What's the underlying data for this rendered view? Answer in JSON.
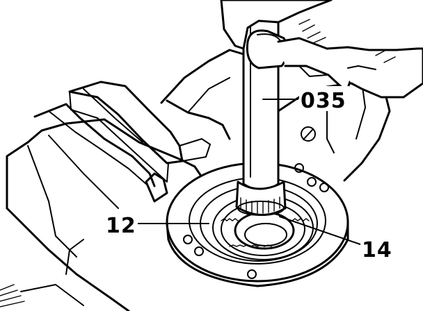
{
  "callouts": {
    "tool": "035",
    "left": "12",
    "right": "14"
  }
}
